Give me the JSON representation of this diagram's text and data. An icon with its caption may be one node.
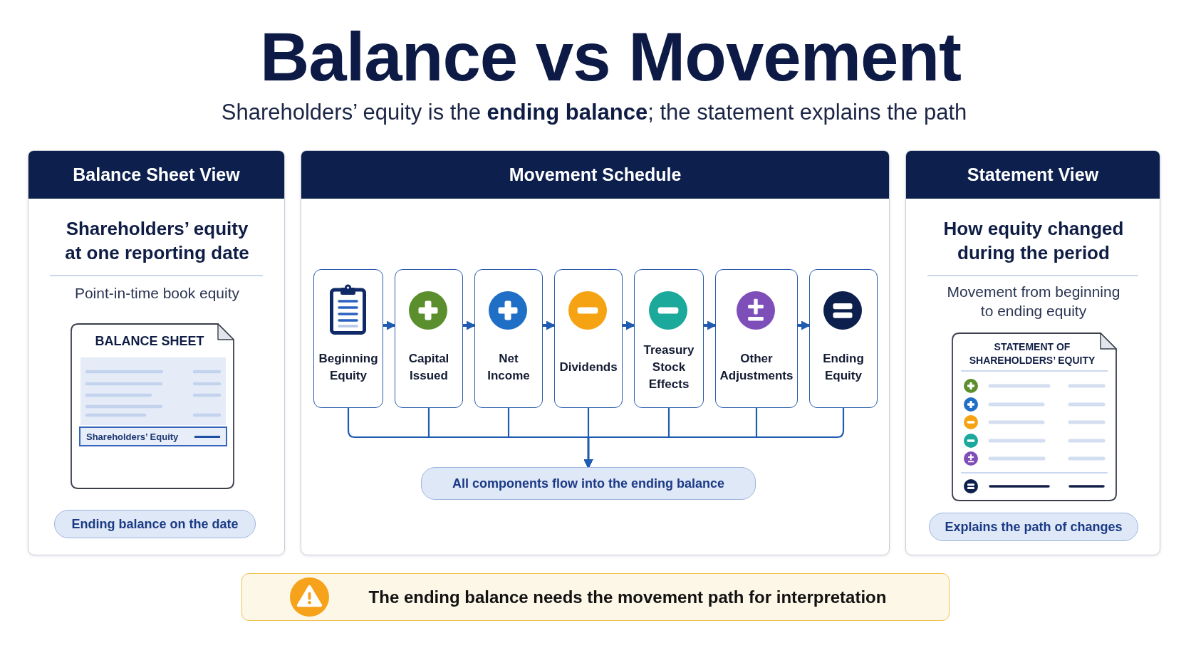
{
  "diagram": {
    "title": "Balance vs Movement",
    "nodes": [
      {
        "text": [
          "Balance Sheet View",
          "Shareholders’ equity at one reporting date",
          "Point-in-time book equity"
        ]
      },
      {
        "text": [
          "BALANCE SHEET"
        ],
        "in": 0
      },
      {
        "text": [
          "Shareholders’ Equity"
        ],
        "in": 1
      },
      {
        "text": [
          "Ending balance on the date"
        ],
        "in": 0
      },
      {
        "text": [
          "Movement Schedule"
        ]
      },
      {
        "text": [
          "Beginning Equity"
        ],
        "in": 4
      },
      {
        "text": [
          "Capital Issued"
        ],
        "in": 4
      },
      {
        "text": [
          "Net Income"
        ],
        "in": 4
      },
      {
        "text": [
          "Dividends"
        ],
        "in": 4
      },
      {
        "text": [
          "Treasury Stock Effects"
        ],
        "in": 4
      },
      {
        "text": [
          "Other Adjustments"
        ],
        "in": 4
      },
      {
        "text": [
          "Ending Equity"
        ],
        "in": 4
      },
      {
        "text": [
          "All components flow into the ending balance"
        ],
        "in": 4
      },
      {
        "text": [
          "Statement View",
          "How equity changed during the period",
          "Movement from beginning to ending equity"
        ]
      },
      {
        "text": [
          "STATEMENT OF SHAREHOLDERS’ EQUITY"
        ],
        "in": 13
      },
      {
        "text": [
          "Explains the path of changes"
        ],
        "in": 13
      },
      {
        "text": [
          "The ending balance needs the movement path for interpretation"
        ]
      }
    ],
    "edges": [
      {
        "from": 5,
        "to": 6,
        "arrow": "to"
      },
      {
        "from": 6,
        "to": 7,
        "arrow": "to"
      },
      {
        "from": 7,
        "to": 8,
        "arrow": "to"
      },
      {
        "from": 8,
        "to": 9,
        "arrow": "to"
      },
      {
        "from": 9,
        "to": 10,
        "arrow": "to"
      },
      {
        "from": 10,
        "to": 11,
        "arrow": "to"
      },
      {
        "from": 5,
        "to": 12,
        "arrow": "to"
      },
      {
        "from": 6,
        "to": 12,
        "arrow": "to"
      },
      {
        "from": 7,
        "to": 12,
        "arrow": "to"
      },
      {
        "from": 8,
        "to": 12,
        "arrow": "to"
      },
      {
        "from": 9,
        "to": 12,
        "arrow": "to"
      },
      {
        "from": 10,
        "to": 12,
        "arrow": "to"
      },
      {
        "from": 11,
        "to": 12,
        "arrow": "to"
      }
    ],
    "labels": [
      "Shareholders’ equity is the **ending balance**; the statement explains the path"
    ]
  }
}
